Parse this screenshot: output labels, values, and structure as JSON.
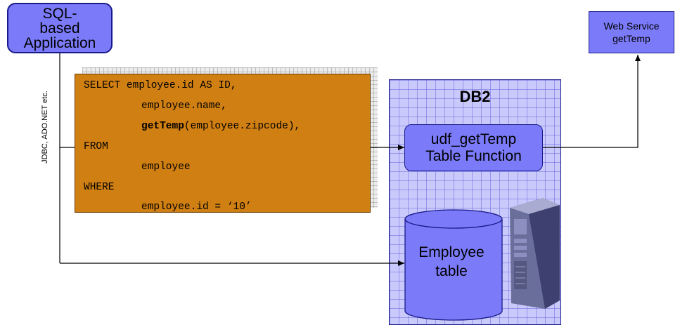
{
  "app_box": {
    "lines": [
      "SQL-",
      "based",
      "Application"
    ]
  },
  "connection_label": "JDBC, ADO.NET etc.",
  "sql": {
    "lines": [
      {
        "text": "SELECT employee.id AS ID,",
        "indent": false,
        "bold": ""
      },
      {
        "text": "employee.name,",
        "indent": true,
        "bold": ""
      },
      {
        "text": "(employee.zipcode),",
        "indent": true,
        "bold": "getTemp"
      },
      {
        "text": "FROM",
        "indent": false,
        "bold": ""
      },
      {
        "text": "employee",
        "indent": true,
        "bold": ""
      },
      {
        "text": "WHERE",
        "indent": false,
        "bold": ""
      },
      {
        "text": "employee.id = ‘10’",
        "indent": true,
        "bold": ""
      }
    ]
  },
  "db_panel": {
    "title": "DB2"
  },
  "udf_box": {
    "lines": [
      "udf_getTemp",
      "Table Function"
    ]
  },
  "employee_table": {
    "lines": [
      "Employee",
      "table"
    ]
  },
  "web_service": {
    "lines": [
      "Web Service",
      "getTemp"
    ]
  },
  "colors": {
    "box_fill": "#7b7bfa",
    "box_border": "#1a1a8a",
    "sql_fill": "#d07f13",
    "db_panel_fill": "#c9c9fb",
    "connector": "#000000"
  }
}
